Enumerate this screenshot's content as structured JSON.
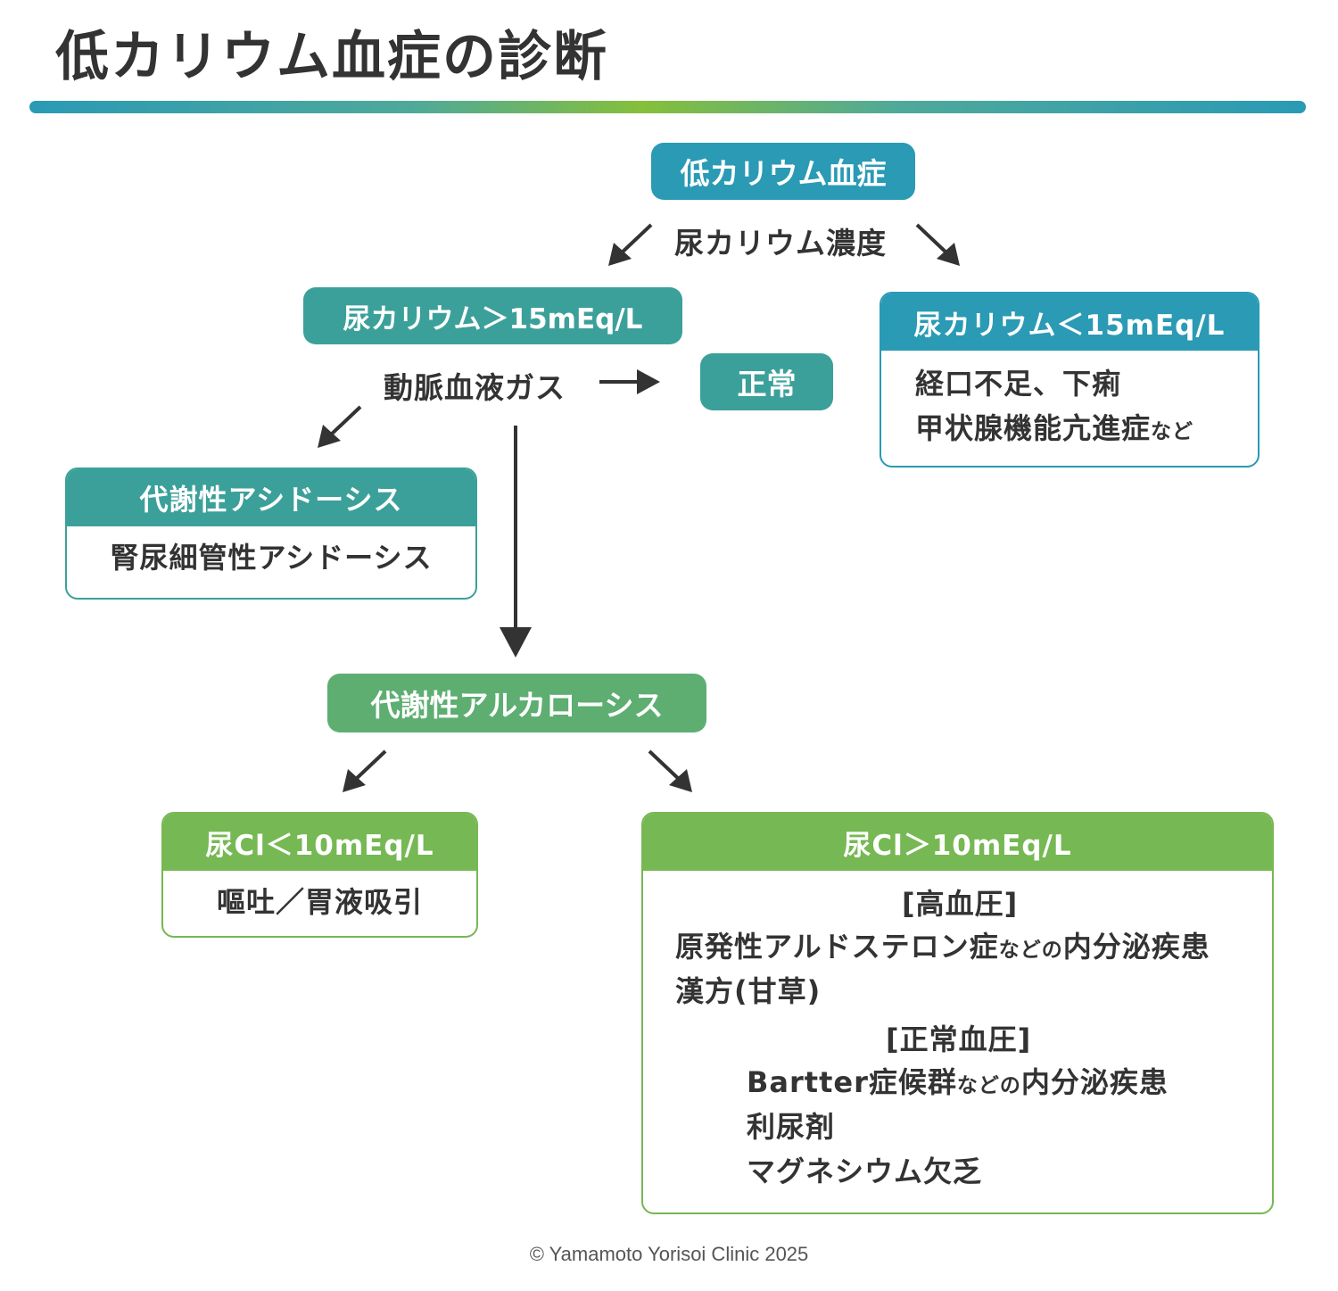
{
  "title": "低カリウム血症の診断",
  "colors": {
    "blue": "#2a9ab5",
    "teal": "#3ca09a",
    "green": "#5eae72",
    "lightgreen": "#76b853"
  },
  "nodes": {
    "root": "低カリウム血症",
    "urine_k_label": "尿カリウム濃度",
    "high_k": "尿カリウム＞15mEq/L",
    "abg_label": "動脈血液ガス",
    "normal": "正常",
    "low_k": {
      "header": "尿カリウム＜15mEq/L",
      "lines": [
        "経口不足、下痢",
        "甲状腺機能亢進症"
      ],
      "suffix": "など"
    },
    "acidosis": {
      "header": "代謝性アシドーシス",
      "body": "腎尿細管性アシドーシス"
    },
    "alkalosis": "代謝性アルカローシス",
    "cl_low": {
      "header": "尿Cl＜10mEq/L",
      "body": "嘔吐／胃液吸引"
    },
    "cl_high": {
      "header": "尿Cl＞10mEq/L",
      "hypertension_label": "[高血圧]",
      "ht_line1_main": "原発性アルドステロン症",
      "ht_line1_small": "などの",
      "ht_line1_tail": "内分泌疾患",
      "ht_line2": "漢方(甘草)",
      "normotension_label": "[正常血圧]",
      "nt_line1_main": "Bartter症候群",
      "nt_line1_small": "などの",
      "nt_line1_tail": "内分泌疾患",
      "nt_line2": "利尿剤",
      "nt_line3": "マグネシウム欠乏"
    }
  },
  "footer": "© Yamamoto Yorisoi Clinic 2025"
}
